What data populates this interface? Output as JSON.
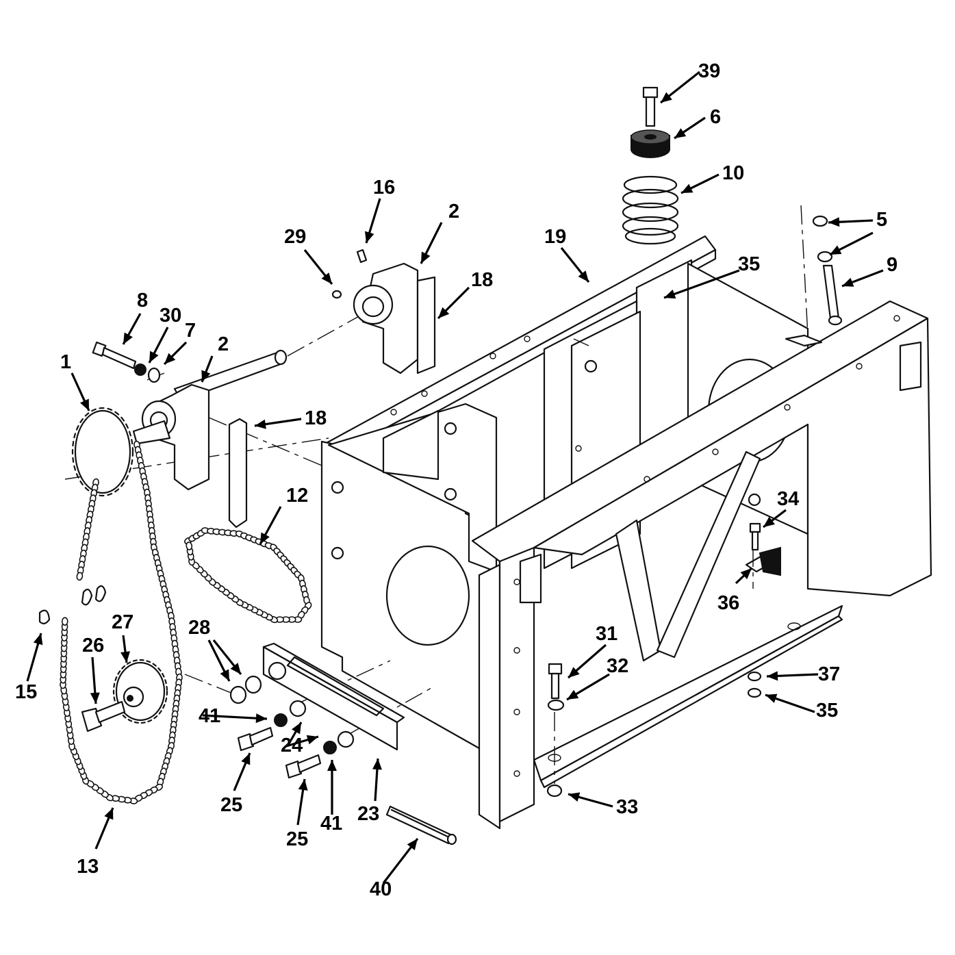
{
  "callouts": [
    {
      "id": "c1",
      "text": "1"
    },
    {
      "id": "c2a",
      "text": "2"
    },
    {
      "id": "c2b",
      "text": "2"
    },
    {
      "id": "c5",
      "text": "5"
    },
    {
      "id": "c6",
      "text": "6"
    },
    {
      "id": "c7",
      "text": "7"
    },
    {
      "id": "c8",
      "text": "8"
    },
    {
      "id": "c9",
      "text": "9"
    },
    {
      "id": "c10",
      "text": "10"
    },
    {
      "id": "c12",
      "text": "12"
    },
    {
      "id": "c13",
      "text": "13"
    },
    {
      "id": "c15",
      "text": "15"
    },
    {
      "id": "c16",
      "text": "16"
    },
    {
      "id": "c18a",
      "text": "18"
    },
    {
      "id": "c18b",
      "text": "18"
    },
    {
      "id": "c19",
      "text": "19"
    },
    {
      "id": "c23",
      "text": "23"
    },
    {
      "id": "c24",
      "text": "24"
    },
    {
      "id": "c25a",
      "text": "25"
    },
    {
      "id": "c25b",
      "text": "25"
    },
    {
      "id": "c26",
      "text": "26"
    },
    {
      "id": "c27",
      "text": "27"
    },
    {
      "id": "c28",
      "text": "28"
    },
    {
      "id": "c29",
      "text": "29"
    },
    {
      "id": "c30",
      "text": "30"
    },
    {
      "id": "c31",
      "text": "31"
    },
    {
      "id": "c32",
      "text": "32"
    },
    {
      "id": "c33",
      "text": "33"
    },
    {
      "id": "c34",
      "text": "34"
    },
    {
      "id": "c35a",
      "text": "35"
    },
    {
      "id": "c35b",
      "text": "35"
    },
    {
      "id": "c36",
      "text": "36"
    },
    {
      "id": "c37",
      "text": "37"
    },
    {
      "id": "c39",
      "text": "39"
    },
    {
      "id": "c40",
      "text": "40"
    },
    {
      "id": "c41a",
      "text": "41"
    },
    {
      "id": "c41b",
      "text": "41"
    }
  ],
  "colors": {
    "line": "#111111",
    "background": "#ffffff"
  }
}
